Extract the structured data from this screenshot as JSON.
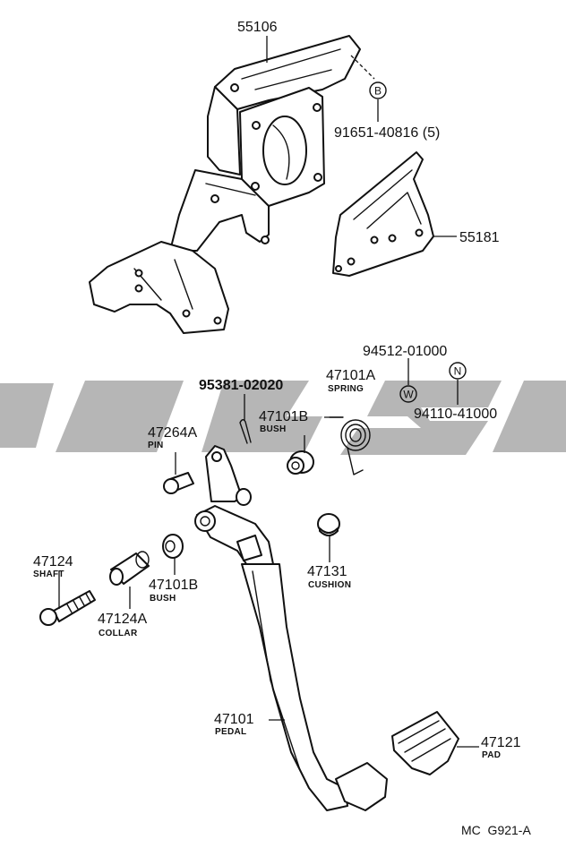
{
  "labels": {
    "p55106": "55106",
    "p91651": "91651-40816 (5)",
    "p55181": "55181",
    "p94512": "94512-01000",
    "p94110": "94110-41000",
    "p95381": "95381-02020",
    "p47101A": "47101A",
    "p47101A_sub": "SPRING",
    "p47101B_top": "47101B",
    "p47101B_top_sub": "BUSH",
    "p47264A": "47264A",
    "p47264A_sub": "PIN",
    "p47124": "47124",
    "p47124_sub": "SHAFT",
    "p47124A": "47124A",
    "p47124A_sub": "COLLAR",
    "p47101B_low": "47101B",
    "p47101B_low_sub": "BUSH",
    "p47131": "47131",
    "p47131_sub": "CUSHION",
    "p47101": "47101",
    "p47101_sub": "PEDAL",
    "p47121": "47121",
    "p47121_sub": "PAD",
    "code": "MC  G921-A"
  },
  "symbols": {
    "B": "B",
    "W": "W",
    "N": "N"
  },
  "colors": {
    "ink": "#111111",
    "watermark": "#a9a9a9",
    "paper": "#ffffff"
  }
}
